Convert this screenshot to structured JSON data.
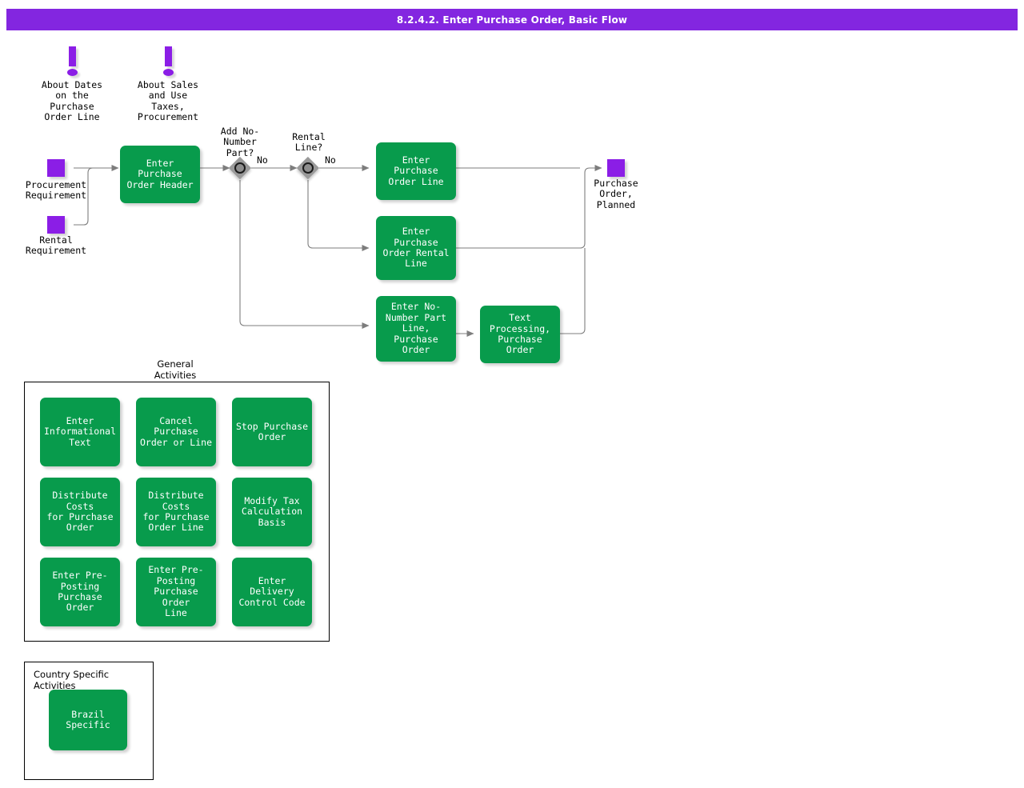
{
  "header": {
    "title": "8.2.4.2. Enter Purchase Order, Basic Flow"
  },
  "colors": {
    "title_bar": "#8326E0",
    "activity_green": "#089B4C",
    "terminator_purple": "#8B1EE6",
    "gateway_gray": "#9A9A9A",
    "connector_gray": "#808080",
    "text_white": "#FFFFFF",
    "text_black": "#000000"
  },
  "annotations": [
    {
      "name": "about-dates",
      "icon": "exclamation-icon",
      "label": "About Dates\non the\nPurchase\nOrder Line"
    },
    {
      "name": "about-sales-taxes",
      "icon": "exclamation-icon",
      "label": "About Sales\nand Use\nTaxes,\nProcurement"
    }
  ],
  "start_events": [
    {
      "name": "procurement-requirement",
      "label": "Procurement\nRequirement"
    },
    {
      "name": "rental-requirement",
      "label": "Rental\nRequirement"
    }
  ],
  "end_events": [
    {
      "name": "purchase-order-planned",
      "label": "Purchase\nOrder,\nPlanned"
    }
  ],
  "gateways": [
    {
      "name": "add-no-number-part",
      "label": "Add No-\nNumber\nPart?",
      "edge_label": "No"
    },
    {
      "name": "rental-line",
      "label": "Rental\nLine?",
      "edge_label": "No"
    }
  ],
  "main_flow_activities": [
    {
      "name": "enter-purchase-order-header",
      "label": "Enter Purchase\nOrder Header"
    },
    {
      "name": "enter-purchase-order-line",
      "label": "Enter Purchase\nOrder Line"
    },
    {
      "name": "enter-purchase-order-rental-line",
      "label": "Enter Purchase\nOrder Rental\nLine"
    },
    {
      "name": "enter-no-number-part-line-purchase-order",
      "label": "Enter No-\nNumber Part\nLine, Purchase\nOrder"
    },
    {
      "name": "text-processing-purchase-order",
      "label": "Text Processing,\nPurchase Order"
    }
  ],
  "general_activities": {
    "title": "General\nActivities",
    "items": [
      {
        "name": "enter-informational-text",
        "label": "Enter\nInformational\nText"
      },
      {
        "name": "cancel-purchase-order-or-line",
        "label": "Cancel Purchase\nOrder or Line"
      },
      {
        "name": "stop-purchase-order",
        "label": "Stop Purchase\nOrder"
      },
      {
        "name": "distribute-costs-for-purchase-order",
        "label": "Distribute Costs\nfor Purchase\nOrder"
      },
      {
        "name": "distribute-costs-for-purchase-order-line",
        "label": "Distribute Costs\nfor Purchase\nOrder Line"
      },
      {
        "name": "modify-tax-calculation-basis",
        "label": "Modify Tax\nCalculation\nBasis"
      },
      {
        "name": "enter-pre-posting-purchase-order",
        "label": "Enter Pre-\nPosting\nPurchase Order"
      },
      {
        "name": "enter-pre-posting-purchase-order-line",
        "label": "Enter Pre-\nPosting\nPurchase Order\nLine"
      },
      {
        "name": "enter-delivery-control-code",
        "label": "Enter Delivery\nControl Code"
      }
    ]
  },
  "country_specific_activities": {
    "title": "Country Specific Activities",
    "items": [
      {
        "name": "brazil-specific",
        "label": "Brazil Specific"
      }
    ]
  }
}
